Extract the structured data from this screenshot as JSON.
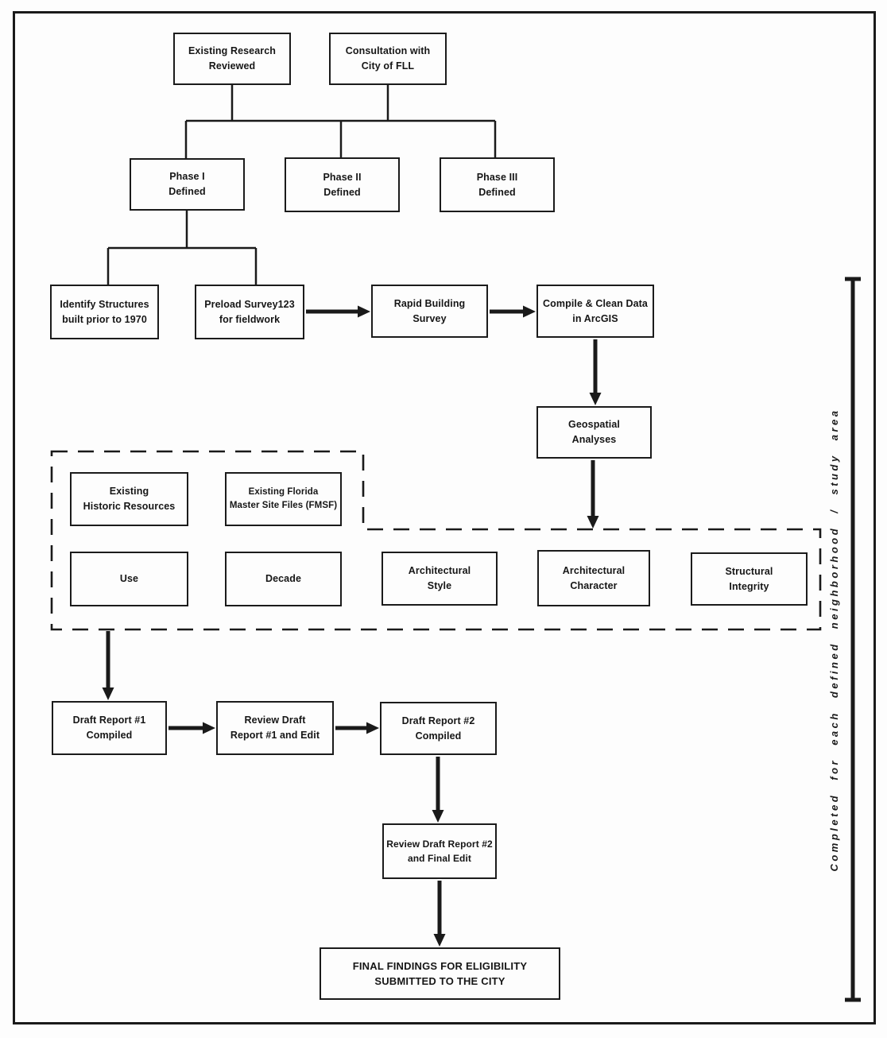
{
  "colors": {
    "line": "#1a1a1a",
    "background": "#fdfdfd",
    "text": "#161616"
  },
  "nodes": {
    "existing_research": "Existing Research\nReviewed",
    "consultation": "Consultation with\nCity of FLL",
    "phase1": "Phase I\nDefined",
    "phase2": "Phase II\nDefined",
    "phase3": "Phase III\nDefined",
    "identify": "Identify Structures\nbuilt prior to 1970",
    "preload": "Preload Survey123\nfor fieldwork",
    "rapid": "Rapid Building\nSurvey",
    "compile": "Compile & Clean Data\nin ArcGIS",
    "geospatial": "Geospatial\nAnalyses",
    "existing_historic": "Existing\nHistoric Resources",
    "fmsf": "Existing Florida\nMaster Site Files (FMSF)",
    "use": "Use",
    "decade": "Decade",
    "arch_style": "Architectural\nStyle",
    "arch_character": "Architectural\nCharacter",
    "structural": "Structural\nIntegrity",
    "draft1": "Draft Report #1\nCompiled",
    "review1": "Review Draft\nReport #1 and Edit",
    "draft2": "Draft Report #2\nCompiled",
    "review2": "Review Draft Report #2\nand Final Edit",
    "final": "FINAL FINDINGS FOR ELIGIBILITY\nSUBMITTED TO THE CITY"
  },
  "bracket": {
    "label": "Completed for each defined neighborhood / study area"
  },
  "links": [
    {
      "from": "existing_research",
      "to": "phase1",
      "type": "line"
    },
    {
      "from": "existing_research",
      "to": "phase2",
      "type": "line"
    },
    {
      "from": "existing_research",
      "to": "phase3",
      "type": "line"
    },
    {
      "from": "consultation",
      "to": "phase1",
      "type": "line"
    },
    {
      "from": "consultation",
      "to": "phase2",
      "type": "line"
    },
    {
      "from": "consultation",
      "to": "phase3",
      "type": "line"
    },
    {
      "from": "phase1",
      "to": "identify",
      "type": "line"
    },
    {
      "from": "phase1",
      "to": "preload",
      "type": "line"
    },
    {
      "from": "preload",
      "to": "rapid",
      "type": "arrow"
    },
    {
      "from": "rapid",
      "to": "compile",
      "type": "arrow"
    },
    {
      "from": "compile",
      "to": "geospatial",
      "type": "arrow"
    },
    {
      "from": "geospatial",
      "to": "evaluation_group",
      "type": "arrow"
    },
    {
      "from": "evaluation_group",
      "to": "draft1",
      "type": "arrow"
    },
    {
      "from": "draft1",
      "to": "review1",
      "type": "arrow"
    },
    {
      "from": "review1",
      "to": "draft2",
      "type": "arrow"
    },
    {
      "from": "draft2",
      "to": "review2",
      "type": "arrow"
    },
    {
      "from": "review2",
      "to": "final",
      "type": "arrow"
    }
  ]
}
